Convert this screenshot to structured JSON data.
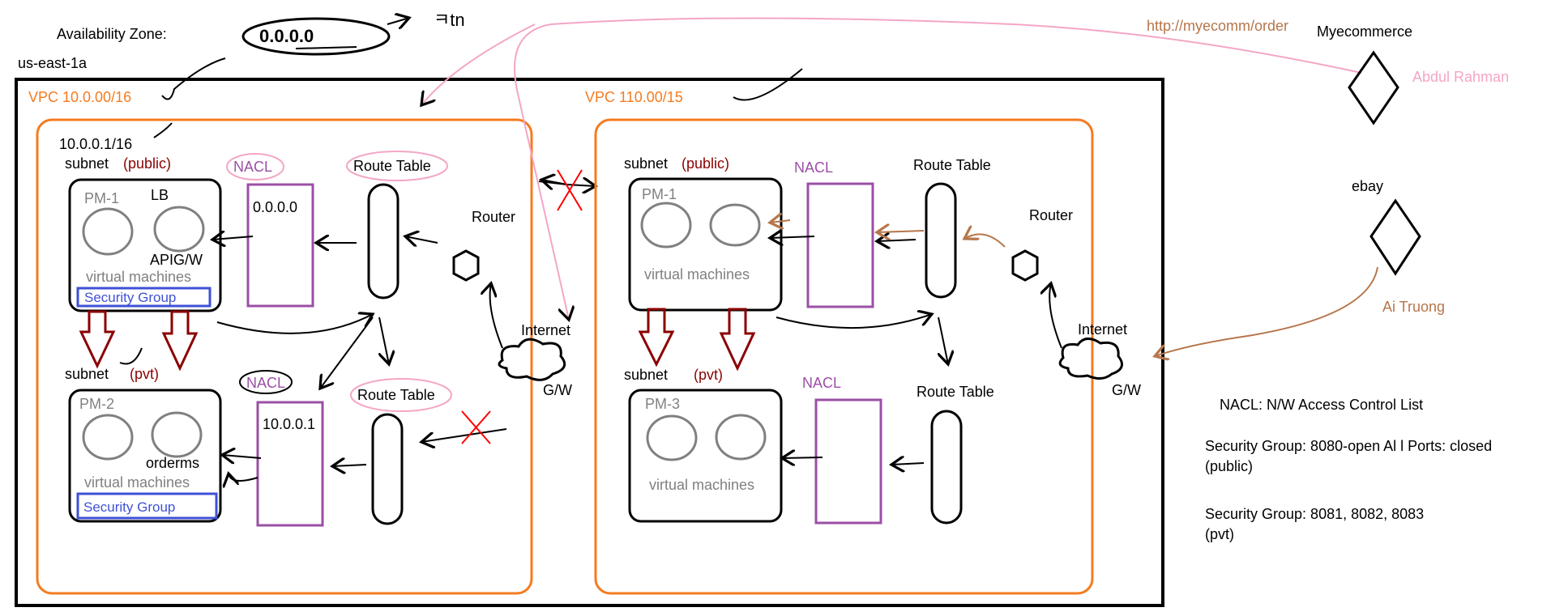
{
  "colors": {
    "black": "#000000",
    "orange": "#f47b20",
    "purple": "#9b4fa6",
    "pink": "#f4a6c6",
    "blue": "#3f51d6",
    "darkred": "#8b0000",
    "brown": "#b6764b",
    "gray": "#808080"
  },
  "labels": {
    "availability_zone": "Availability Zone:",
    "region": "us-east-1a",
    "vpc_left": "VPC 10.0.00/16",
    "vpc_right": "VPC  110.00/15",
    "cidr_note": "10.0.0.1/16",
    "ip_scribble": "0.0.0.0",
    "ip_scribble_suffix": "ㅋtn"
  },
  "vpc_left": {
    "public_subnet": {
      "subnet_word": "subnet",
      "subnet_type": "(public)",
      "pm": "PM-1",
      "lb": "LB",
      "apigw": "APIG/W",
      "vms": "virtual machines",
      "sg": "Security Group",
      "nacl": "NACL",
      "nacl_value": "0.0.0.0",
      "route_table": "Route Table"
    },
    "private_subnet": {
      "subnet_word": "subnet",
      "subnet_type": "(pvt)",
      "pm": "PM-2",
      "service": "orderms",
      "vms": "virtual machines",
      "sg": "Security Group",
      "nacl": "NACL",
      "nacl_value": "10.0.0.1",
      "route_table": "Route Table"
    },
    "router": "Router",
    "internet": "Internet",
    "gateway": "G/W"
  },
  "vpc_right": {
    "public_subnet": {
      "subnet_word": "subnet",
      "subnet_type": "(public)",
      "pm": "PM-1",
      "vms": "virtual machines",
      "nacl": "NACL",
      "route_table": "Route Table"
    },
    "private_subnet": {
      "subnet_word": "subnet",
      "subnet_type": "(pvt)",
      "pm": "PM-3",
      "vms": "virtual machines",
      "nacl": "NACL",
      "route_table": "Route Table"
    },
    "router": "Router",
    "internet": "Internet",
    "gateway": "G/W"
  },
  "external": {
    "url": "http://myecomm/order",
    "myecommerce": "Myecommerce",
    "user1": "Abdul Rahman",
    "ebay": "ebay",
    "user2": "Ai Truong"
  },
  "notes": {
    "nacl_def": "NACL: N/W Access Control List",
    "sg_public_1": "Security Group: 8080-open Al l Ports: closed",
    "sg_public_2": "(public)",
    "sg_pvt_1": "Security Group: 8081, 8082, 8083",
    "sg_pvt_2": "(pvt)"
  }
}
